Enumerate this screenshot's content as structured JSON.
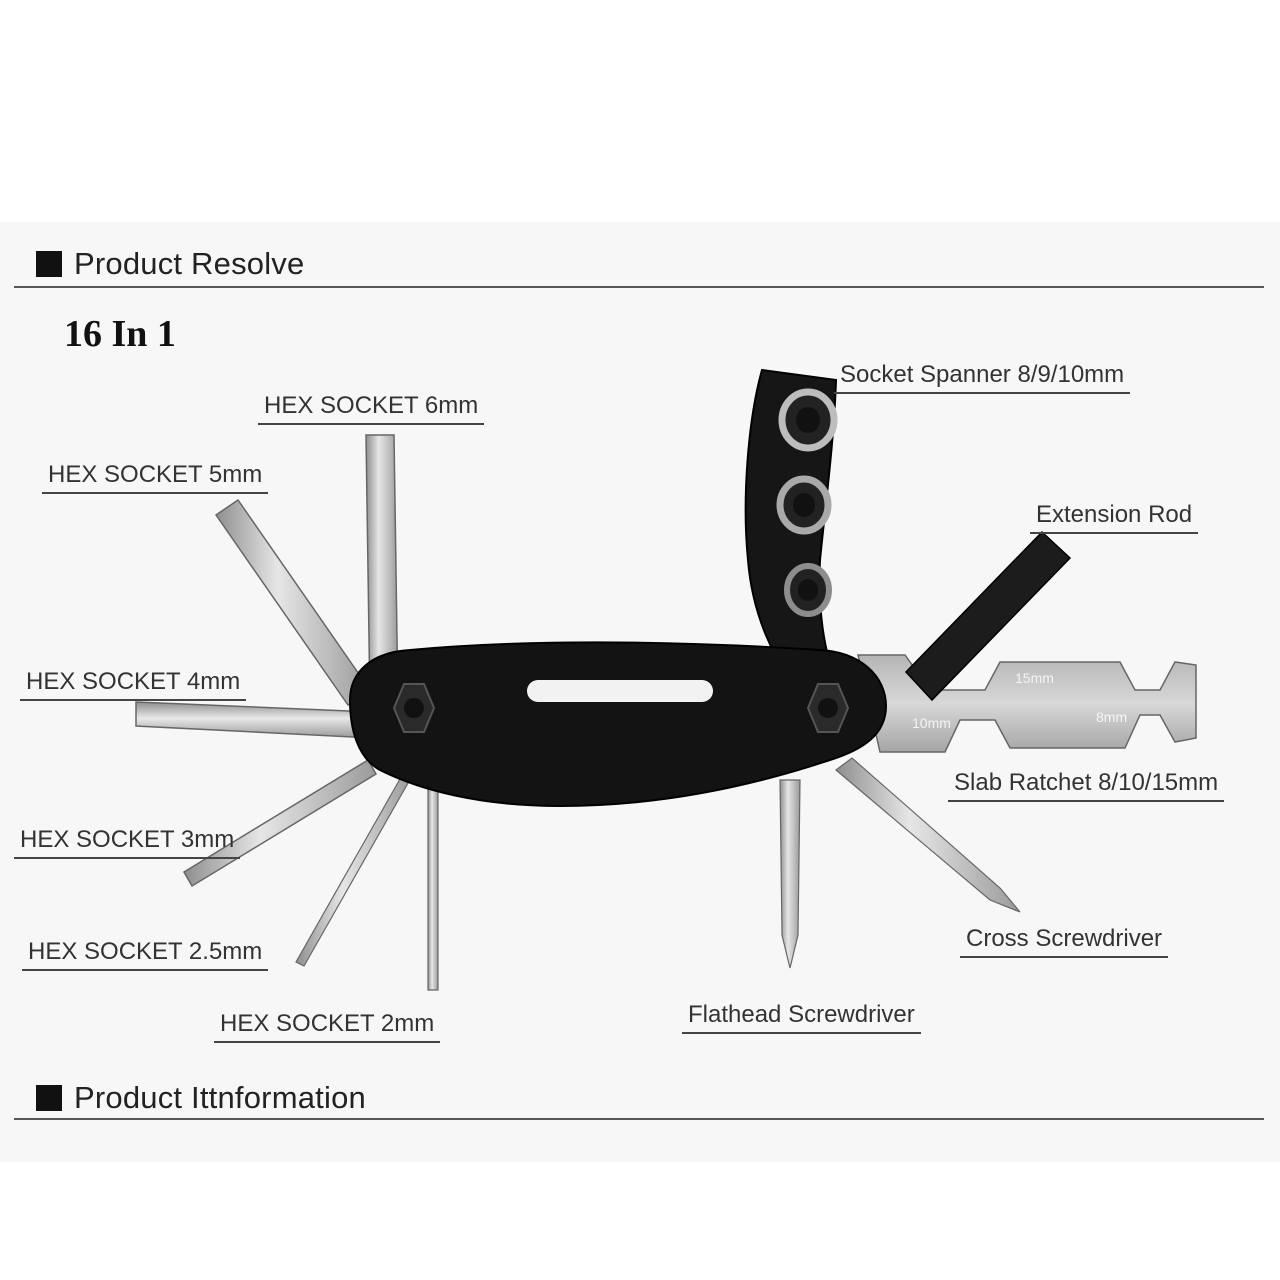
{
  "sections": {
    "resolve_title": "Product Resolve",
    "information_title": "Product Ittnformation"
  },
  "subtitle": "16 In 1",
  "labels": {
    "hex6": "HEX SOCKET 6mm",
    "hex5": "HEX SOCKET 5mm",
    "hex4": "HEX SOCKET 4mm",
    "hex3": "HEX SOCKET 3mm",
    "hex25": "HEX SOCKET 2.5mm",
    "hex2": "HEX SOCKET 2mm",
    "socket_spanner": "Socket Spanner 8/9/10mm",
    "extension_rod": "Extension Rod",
    "slab_ratchet": "Slab Ratchet 8/10/15mm",
    "cross_screwdriver": "Cross Screwdriver",
    "flathead_screwdriver": "Flathead Screwdriver"
  },
  "wrench_marks": {
    "m15": "15mm",
    "m10": "10mm",
    "m8": "8mm"
  },
  "colors": {
    "body": "#111111",
    "steel": "#c9c9c9",
    "rule": "#555555"
  }
}
